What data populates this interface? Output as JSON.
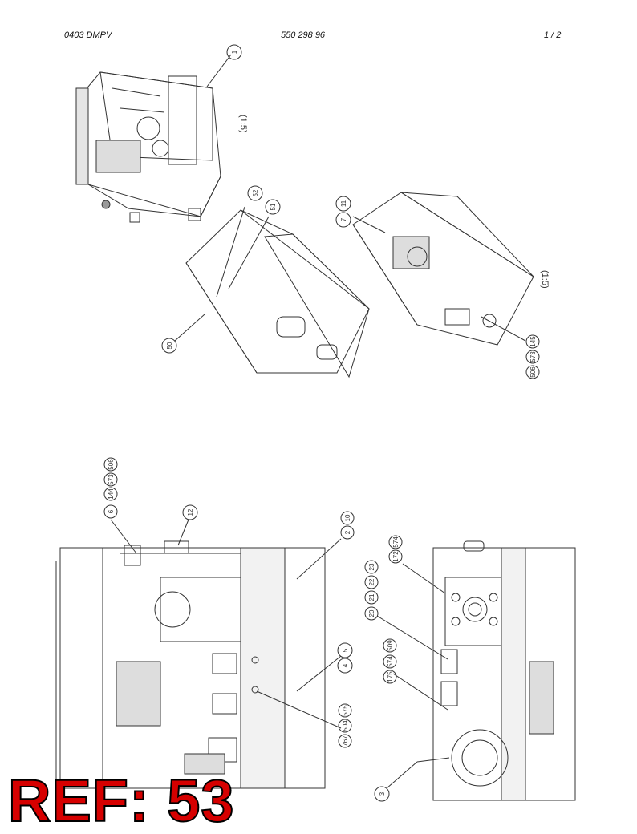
{
  "header": {
    "left": "0403 DMPV",
    "center": "550 298 96",
    "right": "1 /   2"
  },
  "scale_labels": [
    "(1:5)",
    "(1:5)"
  ],
  "callouts": {
    "top_left": [
      "1"
    ],
    "top_center": [
      "52",
      "51",
      "50"
    ],
    "top_right": [
      "11",
      "7",
      "145",
      "573",
      "506"
    ],
    "bottom_left": [
      "6",
      "144",
      "573",
      "506",
      "12",
      "10",
      "2",
      "5",
      "4",
      "575",
      "504",
      "767"
    ],
    "bottom_right": [
      "574",
      "172",
      "23",
      "22",
      "21",
      "20",
      "509",
      "574",
      "175",
      "3"
    ]
  },
  "stamp": "REF: 53"
}
